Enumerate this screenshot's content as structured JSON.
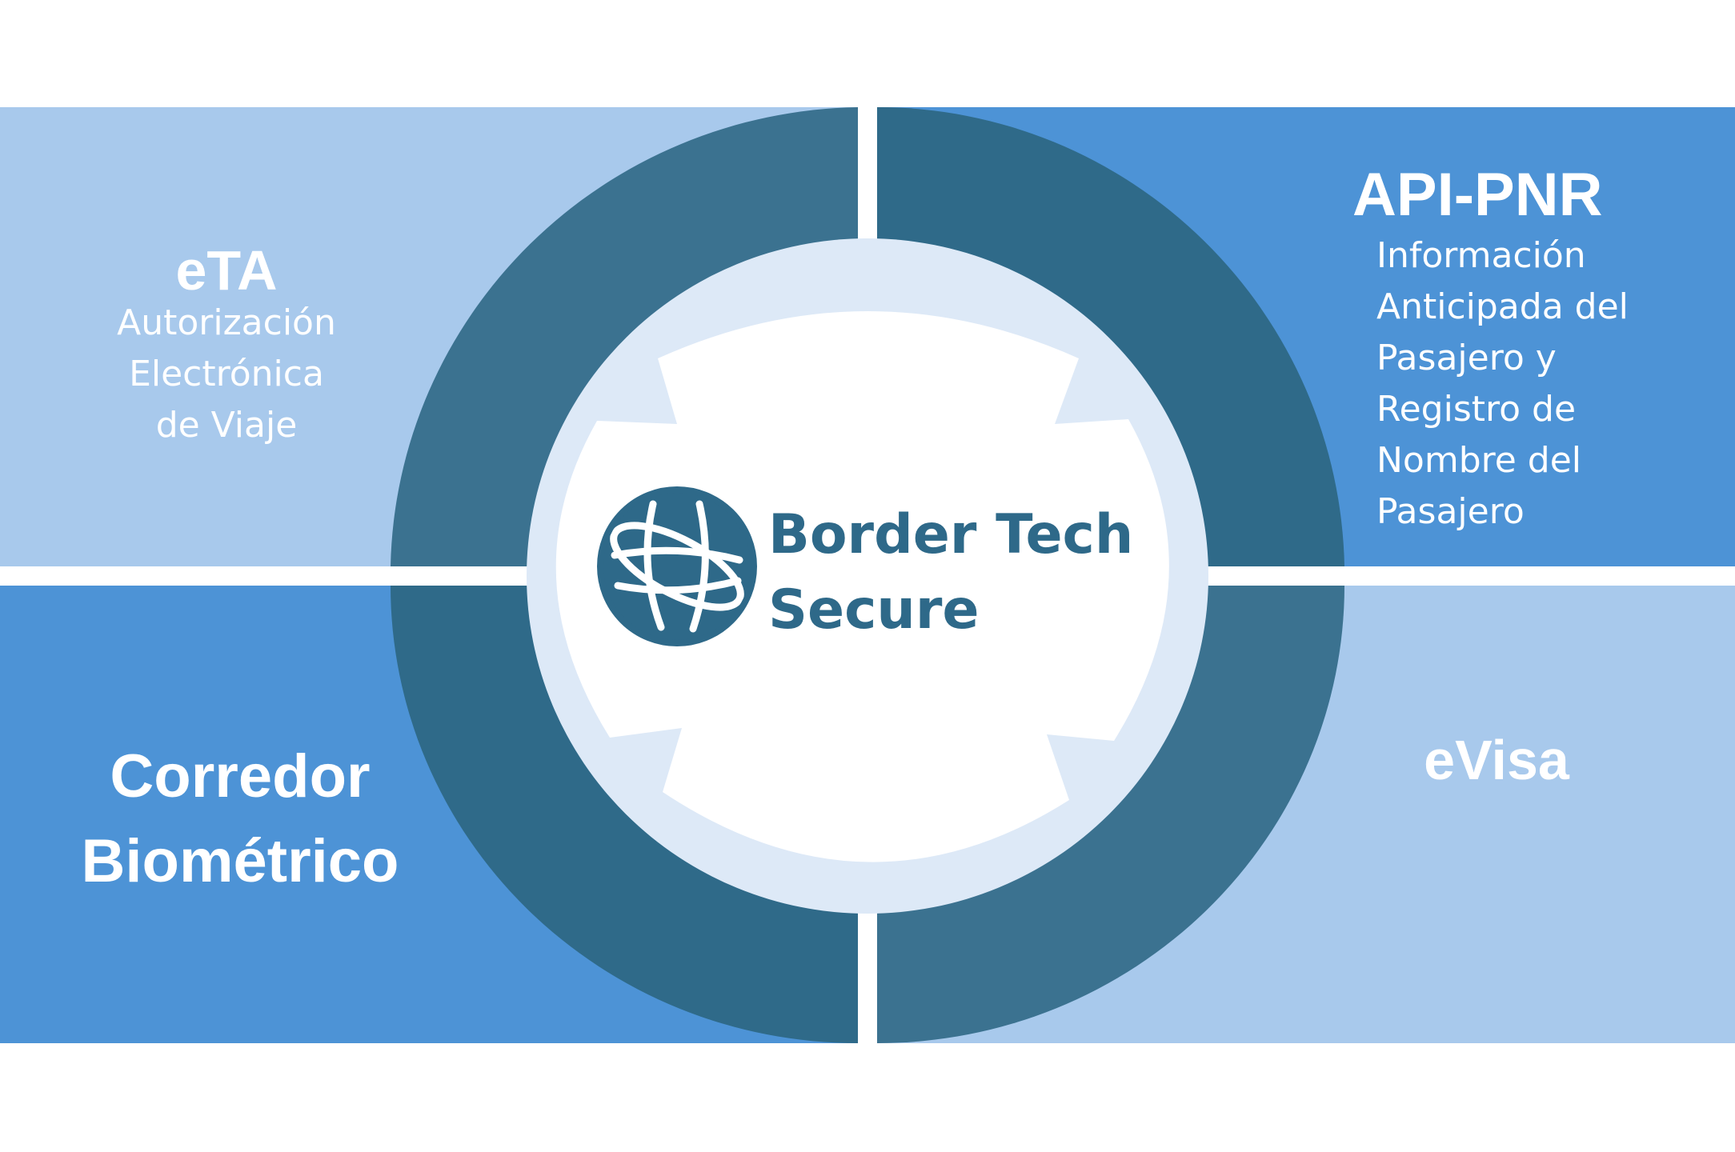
{
  "quadrants": {
    "top_left": {
      "title": "eTA",
      "description": [
        "Autorización",
        "Electrónica",
        "de Viaje"
      ]
    },
    "top_right": {
      "title": "API-PNR",
      "description": [
        "Información",
        "Anticipada del",
        "Pasajero y",
        "Registro de",
        "Nombre del",
        "Pasajero"
      ]
    },
    "bottom_left": {
      "title": [
        "Corredor",
        "Biométrico"
      ]
    },
    "bottom_right": {
      "title": "eVisa"
    }
  },
  "center": {
    "brand": [
      "Border Tech",
      "Secure"
    ],
    "logo_icon": "globe-orbit-icon"
  },
  "colors": {
    "light_blue": "#a8c9ec",
    "mid_blue": "#4d93d6",
    "ring_dark": "#2f6a89",
    "ring_muted": "#3b7290",
    "inner_pale": "#dde9f7",
    "brand": "#2e6989"
  }
}
